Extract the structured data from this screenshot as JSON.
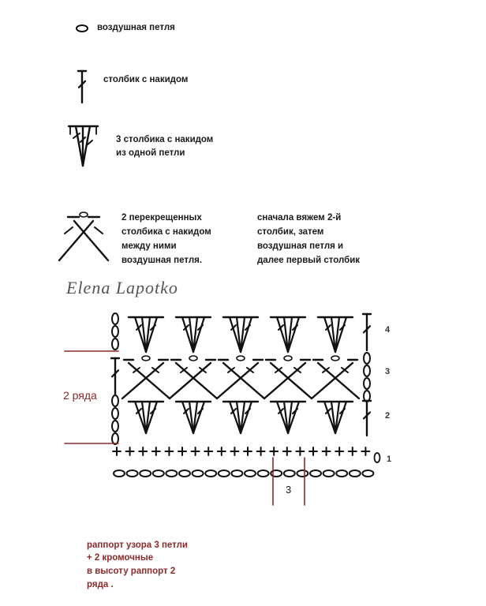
{
  "legend": {
    "chain": "воздушная петля",
    "dc": "столбик с накидом",
    "dc3_line1": "3 столбика с накидом",
    "dc3_line2": "из одной петли",
    "cross_line1": "2 перекрещенных",
    "cross_line2": "столбика с накидом",
    "cross_line3": "между ними",
    "cross_line4": "воздушная петля.",
    "note_line1": "сначала вяжем 2-й",
    "note_line2": "столбик, затем",
    "note_line3": "воздушная петля и",
    "note_line4": "далее первый столбик"
  },
  "signature": "Elena Lapotko",
  "chart": {
    "rows_label": "2 ряда",
    "repeat_label": "3",
    "row_numbers": [
      "4",
      "3",
      "2",
      "1"
    ]
  },
  "footer": {
    "line1": "раппорт узора 3 петли",
    "line2": "+ 2 кромочные",
    "line3": "в высоту раппорт 2",
    "line4": "ряда ."
  },
  "colors": {
    "ink": "#111111",
    "accent": "#8a2a2a"
  }
}
